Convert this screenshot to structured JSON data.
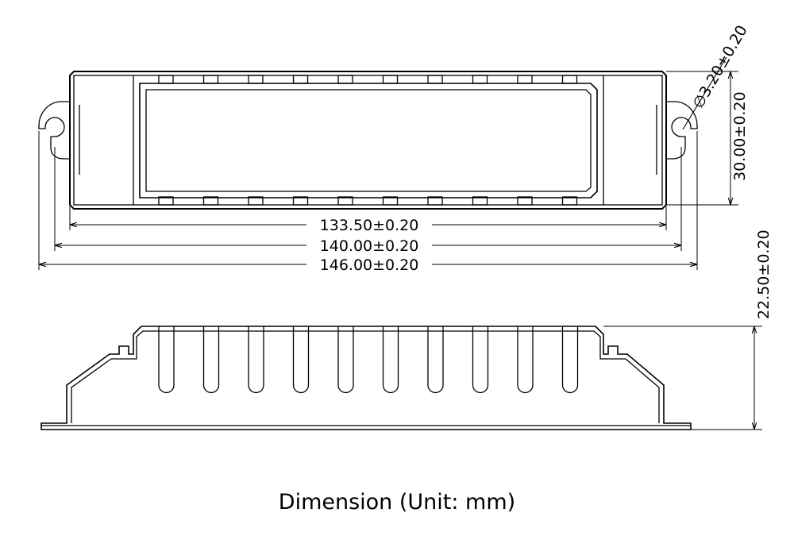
{
  "caption": "Dimension (Unit:  mm)",
  "dimensions": {
    "hole_diameter": "∅3.20±0.20",
    "height_top": "30.00±0.20",
    "length_inner": "133.50±0.20",
    "length_mounting": "140.00±0.20",
    "length_overall": "146.00±0.20",
    "height_side": "22.50±0.20"
  },
  "colors": {
    "line": "#000000",
    "background": "#ffffff"
  }
}
